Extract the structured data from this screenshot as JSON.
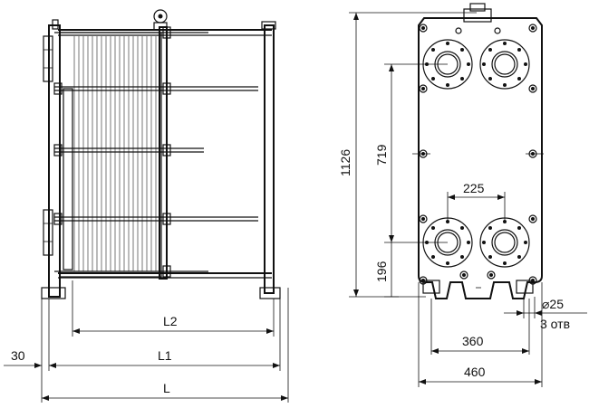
{
  "dimensions": {
    "L2": "L2",
    "L1": "L1",
    "L": "L",
    "offset_30": "30",
    "height_1126": "1126",
    "height_719": "719",
    "height_196": "196",
    "width_225": "225",
    "width_360": "360",
    "width_460": "460",
    "hole_diameter": "⌀25",
    "hole_count": "3 отв"
  }
}
